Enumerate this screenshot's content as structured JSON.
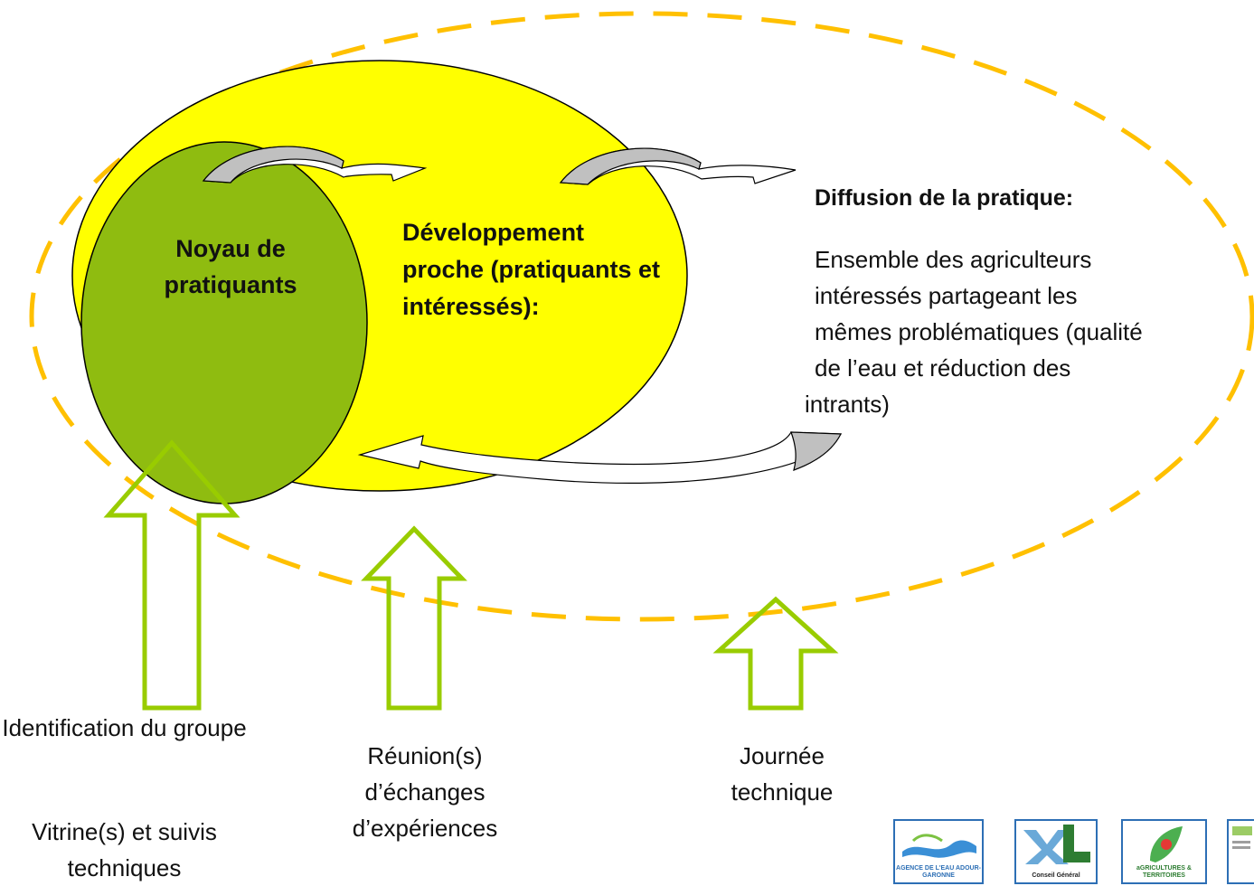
{
  "diagram": {
    "core_label": "Noyau de pratiquants",
    "near_label": "Développement proche (pratiquants et intéressés):",
    "diffusion_title": "Diffusion de la pratique:",
    "diffusion_lines": [
      "Ensemble des agriculteurs",
      "intéressés partageant les",
      "mêmes problématiques (qualité",
      "de l’eau et réduction des",
      "intrants)"
    ]
  },
  "steps": {
    "step1_line1": "Identification du groupe",
    "step1_line2": "Vitrine(s) et suivis techniques",
    "step2": "Réunion(s) d’échanges d’expériences",
    "step3": "Journée technique"
  },
  "logos": {
    "agence": "AGENCE DE L'EAU ADOUR-GARONNE",
    "conseil": "Conseil Général",
    "chambre": "aGRICULTURES & TERRITOIRES"
  },
  "colors": {
    "outer_dash": "#ffc000",
    "middle_fill": "#ffff00",
    "core_fill": "#8fbc10",
    "arrow_green": "#99cc00",
    "curved_arrow_gray": "#c0c0c0"
  }
}
